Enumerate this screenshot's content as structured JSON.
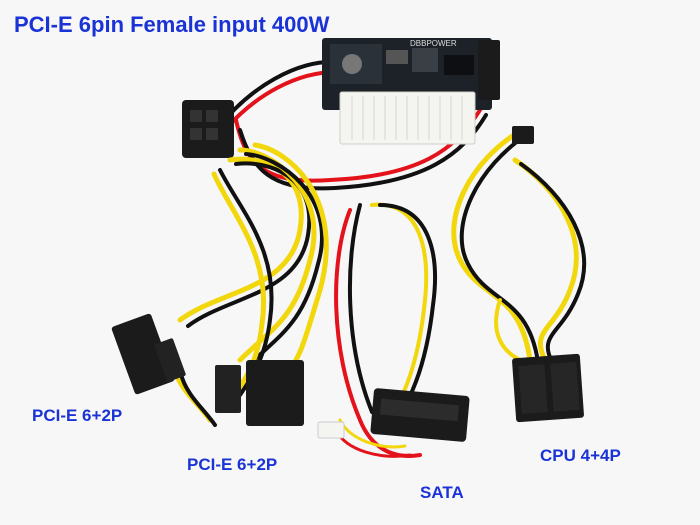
{
  "image": {
    "labels": {
      "title": "PCI-E 6pin Female input 400W",
      "pcie_left": "PCI-E 6+2P",
      "pcie_bottom": "PCI-E 6+2P",
      "sata": "SATA",
      "cpu": "CPU 4+4P"
    },
    "board_text": "DBBPOWER",
    "colors": {
      "label": "#1a33d6",
      "wire_yellow": "#f2d70c",
      "wire_black": "#111111",
      "wire_red": "#e3121b",
      "pcb": "#1d2228",
      "connector_white": "#f4f4f0",
      "connector_black": "#1b1b1b"
    },
    "icons": [
      "power-module-board",
      "atx-24pin-connector",
      "pcie-6pin-female-connector",
      "pcie-6plus2-connector",
      "sata-power-connector",
      "cpu-4plus4-connector"
    ]
  }
}
